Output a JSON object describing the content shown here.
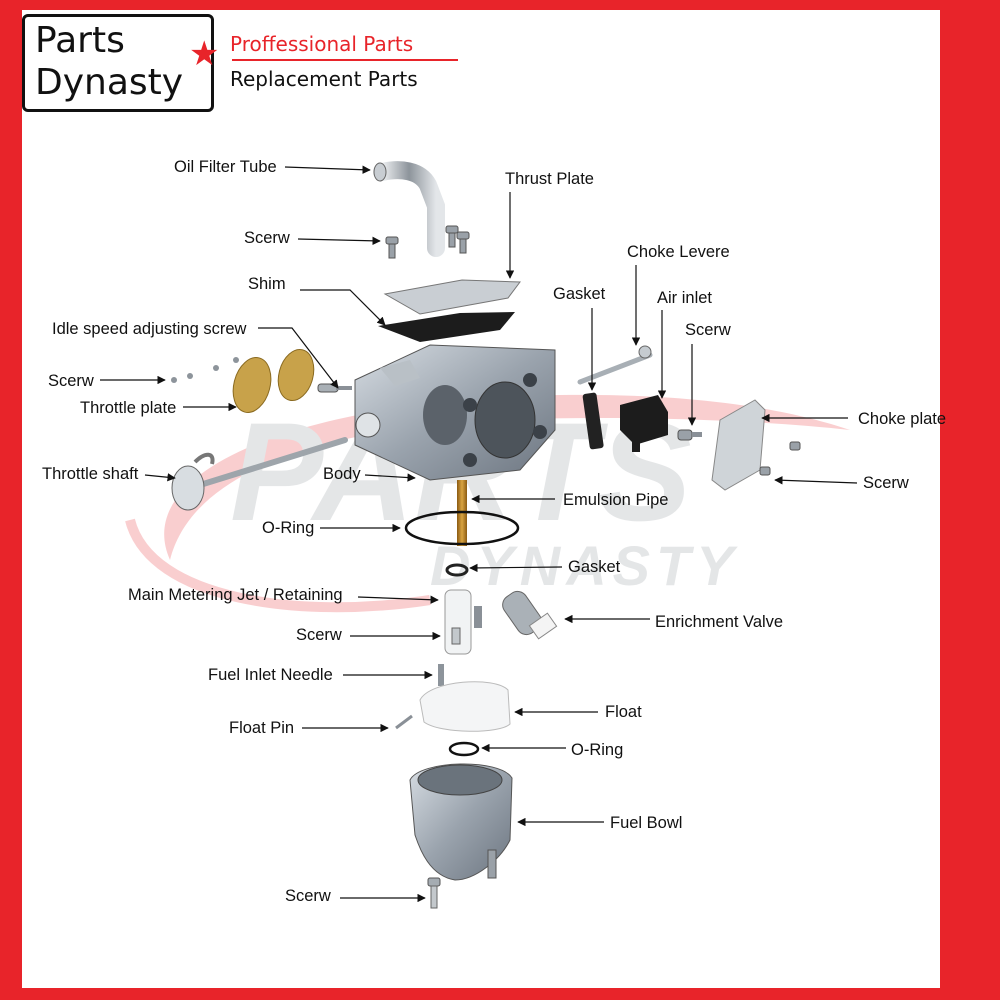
{
  "brand": {
    "logo_line1": "Parts",
    "logo_line2": "Dynasty",
    "tagline1": "Proffessional Parts",
    "tagline2": "Replacement Parts",
    "watermark_line1": "PARTS",
    "watermark_line2": "DYNASTY",
    "accent_color": "#e8242a"
  },
  "labels": {
    "oil_filter_tube": "Oil Filter Tube",
    "thrust_plate": "Thrust Plate",
    "screw_top": "Scerw",
    "choke_lever": "Choke Levere",
    "shim": "Shim",
    "gasket_upper": "Gasket",
    "air_inlet": "Air inlet",
    "idle_speed_screw": "Idle speed adjusting screw",
    "screw_right_upper": "Scerw",
    "screw_left": "Scerw",
    "throttle_plate": "Throttle plate",
    "choke_plate": "Choke plate",
    "throttle_shaft": "Throttle shaft",
    "body": "Body",
    "screw_right_lower": "Scerw",
    "emulsion_pipe": "Emulsion Pipe",
    "o_ring_upper": "O-Ring",
    "gasket_lower": "Gasket",
    "main_metering_jet": "Main Metering Jet / Retaining",
    "enrichment_valve": "Enrichment Valve",
    "screw_middle": "Scerw",
    "fuel_inlet_needle": "Fuel Inlet Needle",
    "float": "Float",
    "float_pin": "Float Pin",
    "o_ring_lower": "O-Ring",
    "fuel_bowl": "Fuel Bowl",
    "screw_bottom": "Scerw"
  }
}
